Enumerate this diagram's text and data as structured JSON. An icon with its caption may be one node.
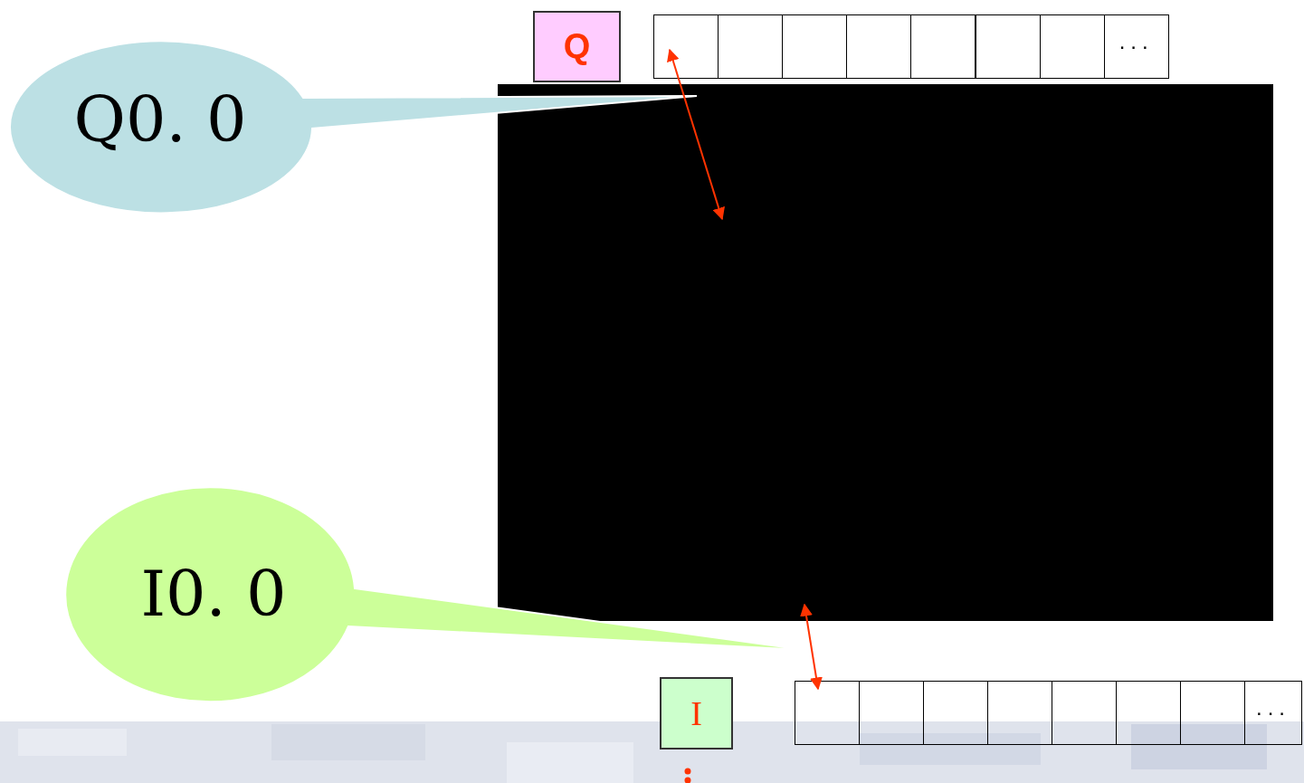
{
  "diagram": {
    "nodes": [
      {
        "text": [
          "Q0. 0"
        ]
      },
      {
        "text": [
          "Q"
        ]
      },
      {
        "text": [],
        "shape": "box"
      },
      {
        "text": [],
        "shape": "box"
      },
      {
        "text": [],
        "shape": "box"
      },
      {
        "text": [],
        "shape": "box"
      },
      {
        "text": [],
        "shape": "box"
      },
      {
        "text": [],
        "shape": "box"
      },
      {
        "text": [],
        "shape": "box"
      },
      {
        "text": [
          "..."
        ]
      },
      {
        "text": [],
        "shape": "box"
      },
      {
        "text": [
          "I0. 0"
        ]
      },
      {
        "text": [
          "I"
        ]
      },
      {
        "text": [],
        "shape": "box"
      },
      {
        "text": [],
        "shape": "box"
      },
      {
        "text": [],
        "shape": "box"
      },
      {
        "text": [],
        "shape": "box"
      },
      {
        "text": [],
        "shape": "box"
      },
      {
        "text": [],
        "shape": "box"
      },
      {
        "text": [],
        "shape": "box"
      },
      {
        "text": [
          "..."
        ]
      }
    ],
    "edges": [
      {
        "from": 2,
        "to": 10,
        "arrow": "both",
        "color": "#ff3300"
      },
      {
        "from": 13,
        "to": 10,
        "arrow": "both",
        "color": "#ff3300"
      }
    ]
  }
}
